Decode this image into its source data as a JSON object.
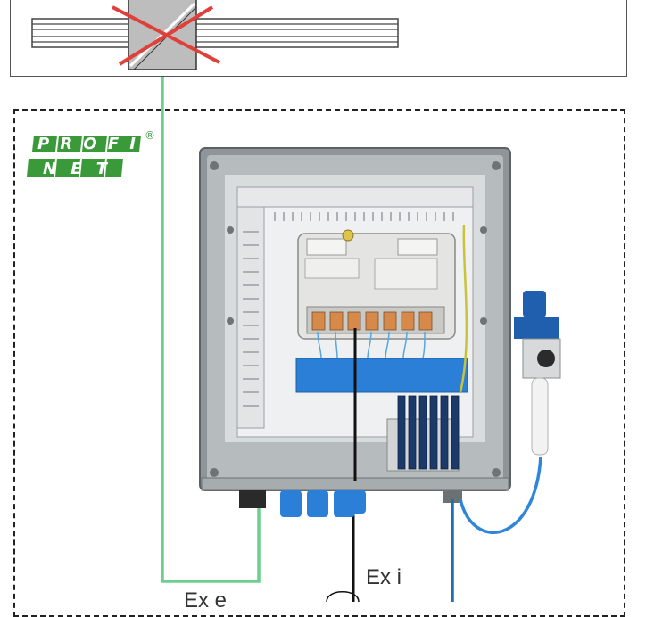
{
  "logo": {
    "line1": "PROFI",
    "line2": "NET",
    "registered": "®"
  },
  "labels": {
    "ex_i": "Ex i",
    "ex_e": "Ex e"
  },
  "colors": {
    "profinet_green": "#3a9a3a",
    "cable_green": "#6ccf8e",
    "cross_red": "#e0403a",
    "cable_blue": "#1f6fb5",
    "terminal_blue": "#2b7fd6",
    "cabinet_steel": "#9aa0a3"
  }
}
